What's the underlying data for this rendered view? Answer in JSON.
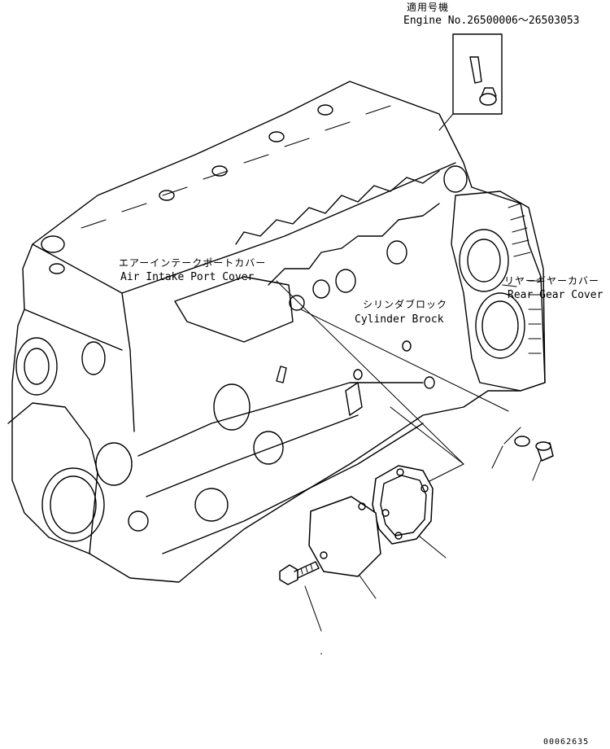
{
  "header": {
    "applicable_jp": "適用号機",
    "engine_range": "Engine No.26500006～26503053"
  },
  "callouts": {
    "air_intake_jp": "エアーインテークポートカバー",
    "air_intake_en": "Air Intake Port Cover",
    "rear_gear_jp": "リヤーギヤーカバー",
    "rear_gear_en": "Rear Gear Cover",
    "cylinder_jp": "シリンダブロック",
    "cylinder_en": "Cylinder Brock"
  },
  "footer": {
    "drawing_number": "00062635"
  }
}
